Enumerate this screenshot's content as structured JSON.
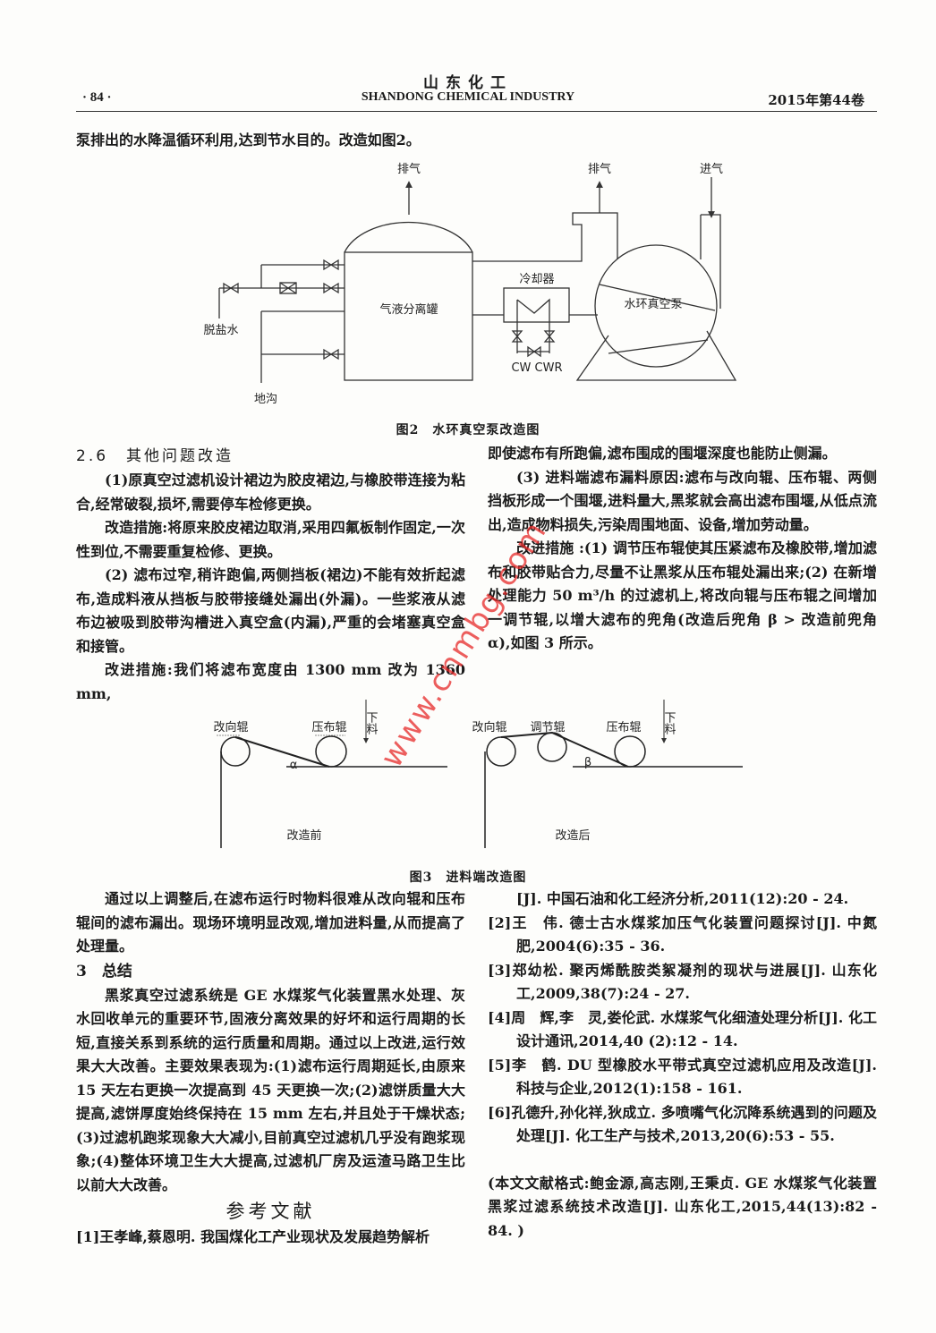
{
  "header": {
    "journal_cn": "山东化工",
    "page": "· 84 ·",
    "journal_en": "SHANDONG CHEMICAL INDUSTRY",
    "volume": "2015年第44卷"
  },
  "intro_line": "泵排出的水降温循环利用,达到节水目的。改造如图2。",
  "fig2": {
    "labels": {
      "vent1": "排气",
      "vent2": "排气",
      "intake": "进气",
      "tank": "气液分离罐",
      "cooler": "冷却器",
      "pump": "水环真空泵",
      "desalted": "脱盐水",
      "drain": "地沟",
      "cw": "CW CWR"
    },
    "caption": "图2　水环真空泵改造图"
  },
  "left_top": {
    "heading": "2.6　其他问题改造",
    "paragraphs": [
      "(1)原真空过滤机设计裙边为胶皮裙边,与橡胶带连接为粘合,经常破裂,损坏,需要停车检修更换。",
      "改造措施:将原来胶皮裙边取消,采用四氟板制作固定,一次性到位,不需要重复检修、更换。",
      "(2) 滤布过窄,稍许跑偏,两侧挡板(裙边)不能有效折起滤布,造成料液从挡板与胶带接缝处漏出(外漏)。一些浆液从滤布边被吸到胶带沟槽进入真空盒(内漏),严重的会堵塞真空盒和接管。",
      "改进措施:我们将滤布宽度由 1300 mm 改为 1360 mm,"
    ]
  },
  "right_top": {
    "continuation": "即使滤布有所跑偏,滤布围成的围堰深度也能防止侧漏。",
    "paragraphs": [
      "(3) 进料端滤布漏料原因:滤布与改向辊、压布辊、两侧挡板形成一个围堰,进料量大,黑浆就会高出滤布围堰,从低点流出,造成物料损失,污染周围地面、设备,增加劳动量。",
      "改进措施 :(1) 调节压布辊使其压紧滤布及橡胶带,增加滤布和胶带贴合力,尽量不让黑浆从压布辊处漏出来;(2) 在新增处理能力 50 m³/h 的过滤机上,将改向辊与压布辊之间增加一调节辊,以增大滤布的兜角(改造后兜角 β > 改造前兜角 α),如图 3 所示。"
    ]
  },
  "fig3": {
    "before": {
      "turn_roller": "改向辊",
      "press_roller": "压布辊",
      "feed": "下料",
      "angle": "α",
      "label": "改造前"
    },
    "after": {
      "turn_roller": "改向辊",
      "adjust_roller": "调节辊",
      "press_roller": "压布辊",
      "feed": "下料",
      "angle": "β",
      "label": "改造后"
    },
    "caption": "图3　进料端改造图"
  },
  "left_bottom": {
    "paragraph": "通过以上调整后,在滤布运行时物料很难从改向辊和压布辊间的滤布漏出。现场环境明显改观,增加进料量,从而提高了处理量。",
    "heading": "3　总结",
    "summary": "黑浆真空过滤系统是 GE 水煤浆气化装置黑水处理、灰水回收单元的重要环节,固液分离效果的好坏和运行周期的长短,直接关系到系统的运行质量和周期。通过以上改进,运行效果大大改善。主要效果表现为:(1)滤布运行周期延长,由原来 15 天左右更换一次提高到 45 天更换一次;(2)滤饼质量大大提高,滤饼厚度始终保持在 15 mm 左右,并且处于干燥状态;(3)过滤机跑浆现象大大减小,目前真空过滤机几乎没有跑浆现象;(4)整体环境卫生大大提高,过滤机厂房及运渣马路卫生比以前大大改善。",
    "refs_title": "参考文献",
    "ref1": "[1]王孝峰,蔡恩明. 我国煤化工产业现状及发展趋势解析"
  },
  "right_bottom": {
    "ref1_cont": "[J]. 中国石油和化工经济分析,2011(12):20 - 24.",
    "refs": [
      "[2]王　伟. 德士古水煤浆加压气化装置问题探讨[J]. 中氮肥,2004(6):35 - 36.",
      "[3]郑幼松. 聚丙烯酰胺类絮凝剂的现状与进展[J]. 山东化工,2009,38(7):24 - 27.",
      "[4]周　辉,李　灵,娄伦武. 水煤浆气化细渣处理分析[J]. 化工设计通讯,2014,40 (2):12 - 14.",
      "[5]李　鹤. DU 型橡胶水平带式真空过滤机应用及改造[J]. 科技与企业,2012(1):158 - 161.",
      "[6]孔德升,孙化祥,狄成立. 多喷嘴气化沉降系统遇到的问题及处理[J]. 化工生产与技术,2013,20(6):53 - 55."
    ],
    "citation": "(本文文献格式:鲍金源,高志刚,王秉贞. GE 水煤浆气化装置黑浆过滤系统技术改造[J]. 山东化工,2015,44(13):82 - 84. )"
  },
  "watermark": "www.cnmbg.com"
}
